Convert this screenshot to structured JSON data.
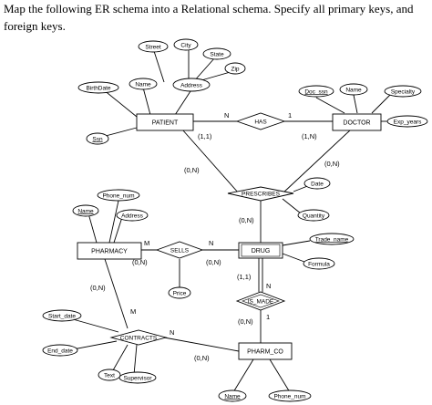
{
  "question": "Map the following ER schema into a Relational schema. Specify all primary keys, and foreign keys.",
  "entities": {
    "patient": "PATIENT",
    "doctor": "DOCTOR",
    "pharmacy": "PHARMACY",
    "drug": "DRUG",
    "pharm_co": "PHARM_CO"
  },
  "relationships": {
    "has": "HAS",
    "prescribes": "PRESCRIBES",
    "sells": "SELLS",
    "is_made": "IS_MADE",
    "contracts": "CONTRACTS"
  },
  "attributes": {
    "street": "Street",
    "city": "City",
    "state": "State",
    "zip": "Zip",
    "address_patient": "Address",
    "name_patient": "Name",
    "birthdate": "BirthDate",
    "ssn_patient": "Ssn",
    "doc_ssn": "Doc_ssn",
    "name_doctor": "Name",
    "specialty": "Specialty",
    "exp_years": "Exp_years",
    "date": "Date",
    "quantity": "Quantity",
    "phone_num_pharmacy": "Phone_num",
    "name_pharmacy": "Name",
    "address_pharmacy": "Address",
    "trade_name": "Trade_name",
    "formula": "Formula",
    "price": "Price",
    "start_date": "Start_date",
    "end_date": "End_date",
    "text": "Text",
    "supervisor": "Supervisor",
    "name_pharmco": "Name",
    "phone_num_pharmco": "Phone_num"
  },
  "cardinalities": {
    "has_patient_n": "N",
    "has_doctor_1": "1",
    "has_patient_11": "(1,1)",
    "has_doctor_1n": "(1,N)",
    "presc_patient_0n": "(0,N)",
    "presc_doctor_0n": "(0,N)",
    "presc_drug_0n": "(0,N)",
    "sells_pharmacy_m": "M",
    "sells_drug_n": "N",
    "sells_pharmacy_0n": "(0,N)",
    "sells_drug_0n": "(0,N)",
    "ismade_drug_11": "(1,1)",
    "ismade_drug_n": "N",
    "ismade_pharmco_1": "1",
    "ismade_pharmco_0n": "(0,N)",
    "contracts_pharmacy_0n": "(0,N)",
    "contracts_pharmacy_m": "M",
    "contracts_pharmco_n": "N",
    "contracts_pharmco_0n": "(0,N)"
  }
}
